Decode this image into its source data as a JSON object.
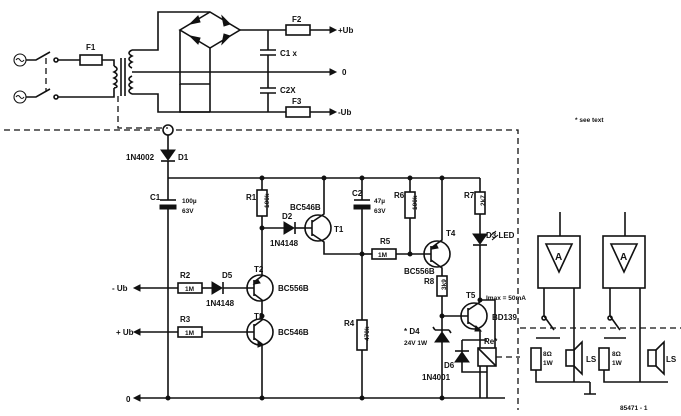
{
  "note": "* see text",
  "drawing_number": "85471 - 1",
  "rails": {
    "plus_ub": "+Ub",
    "minus_ub": "-Ub",
    "zero": "0",
    "in_minus_ub": "- Ub",
    "in_plus_ub": "+ Ub",
    "bottom_zero": "0"
  },
  "fuses": {
    "f1": "F1",
    "f2": "F2",
    "f3": "F3"
  },
  "caps": {
    "c1x": "C1 x",
    "c2x": "C2X",
    "c1": "C1",
    "c1_val": "100µ",
    "c1_v": "63V",
    "c2": "C2",
    "c2_val": "47µ",
    "c2_v": "63V"
  },
  "diodes": {
    "d1": "D1",
    "d1_type": "1N4002",
    "d2": "D2",
    "d2_type": "1N4148",
    "d3": "D3 LED",
    "d4": "* D4",
    "d4_val": "24V 1W",
    "d5": "D5",
    "d5_type": "1N4148",
    "d6": "D6",
    "d6_type": "1N4001"
  },
  "resistors": {
    "r1": "R1",
    "r1_val": "100k",
    "r2": "R2",
    "r2_val": "1M",
    "r3": "R3",
    "r3_val": "1M",
    "r4": "R4",
    "r4_val": "470k",
    "r5": "R5",
    "r5_val": "1M",
    "r6": "R6",
    "r6_val": "100k",
    "r7": "R7",
    "r7_val": "2k7",
    "r8": "R8",
    "r8_val": "3k9"
  },
  "transistors": {
    "t1": "T1",
    "t1_type": "BC546B",
    "t2": "T2",
    "t2_type": "BC556B",
    "t3": "T3",
    "t3_type": "BC546B",
    "t4": "T4",
    "t4_type": "BC556B",
    "t5": "T5",
    "t5_type": "BD139"
  },
  "imax": "Imax = 50mA",
  "relay": "Re*",
  "amps": {
    "amp1": "A",
    "amp2": "A"
  },
  "loads": {
    "r_l1": "8Ω",
    "r_l1_w": "1W",
    "r_l2": "8Ω",
    "r_l2_w": "1W",
    "ls1": "LS",
    "ls2": "LS"
  }
}
